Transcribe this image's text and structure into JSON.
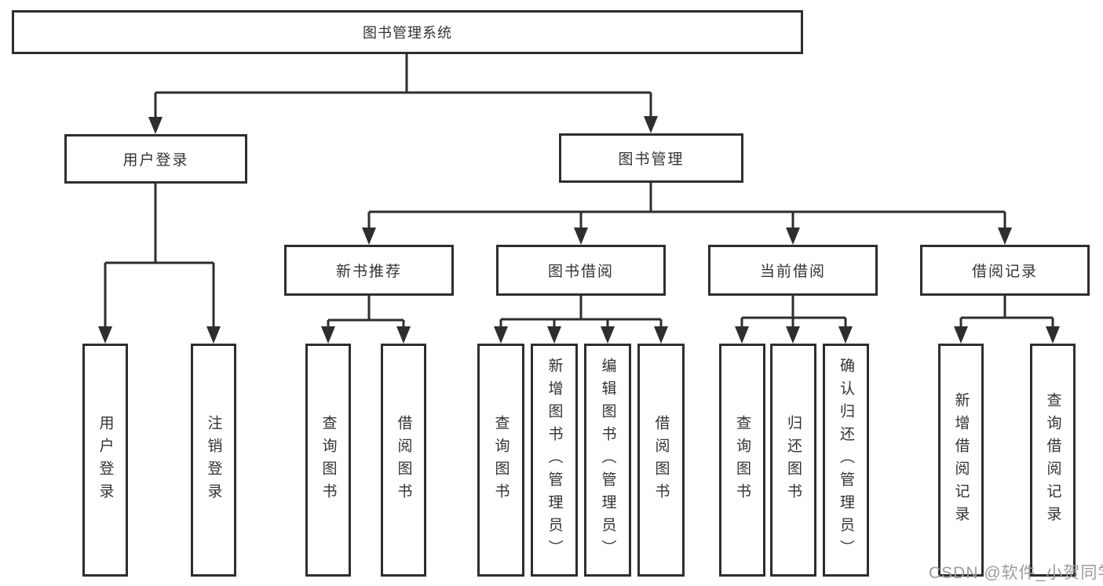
{
  "diagram": {
    "root": {
      "label": "图书管理系统"
    },
    "level2": [
      {
        "id": "user-login",
        "label": "用户登录"
      },
      {
        "id": "book-management",
        "label": "图书管理"
      }
    ],
    "level3": [
      {
        "id": "new-book-recommend",
        "parent": "图书管理",
        "label": "新书推荐"
      },
      {
        "id": "book-borrowing",
        "parent": "图书管理",
        "label": "图书借阅"
      },
      {
        "id": "current-borrowing",
        "parent": "图书管理",
        "label": "当前借阅"
      },
      {
        "id": "borrowing-records",
        "parent": "图书管理",
        "label": "借阅记录"
      }
    ],
    "leaves": [
      {
        "parent": "用户登录",
        "label": "用户登录"
      },
      {
        "parent": "用户登录",
        "label": "注销登录"
      },
      {
        "parent": "新书推荐",
        "label": "查询图书"
      },
      {
        "parent": "新书推荐",
        "label": "借阅图书"
      },
      {
        "parent": "图书借阅",
        "label": "查询图书"
      },
      {
        "parent": "图书借阅",
        "label": "新增图书（管理员）"
      },
      {
        "parent": "图书借阅",
        "label": "编辑图书（管理员）"
      },
      {
        "parent": "图书借阅",
        "label": "借阅图书"
      },
      {
        "parent": "当前借阅",
        "label": "查询图书"
      },
      {
        "parent": "当前借阅",
        "label": "归还图书"
      },
      {
        "parent": "当前借阅",
        "label": "确认归还（管理员）"
      },
      {
        "parent": "借阅记录",
        "label": "新增借阅记录"
      },
      {
        "parent": "借阅记录",
        "label": "查询借阅记录"
      }
    ]
  },
  "watermark": {
    "text": "CSDN @软件_小贺同学"
  },
  "colors": {
    "line": "#2e2e2e",
    "box_border": "#2e2e2e",
    "box_background": "#ffffff",
    "text": "#333333",
    "watermark": "#9b9b9b",
    "background": "#ffffff"
  }
}
